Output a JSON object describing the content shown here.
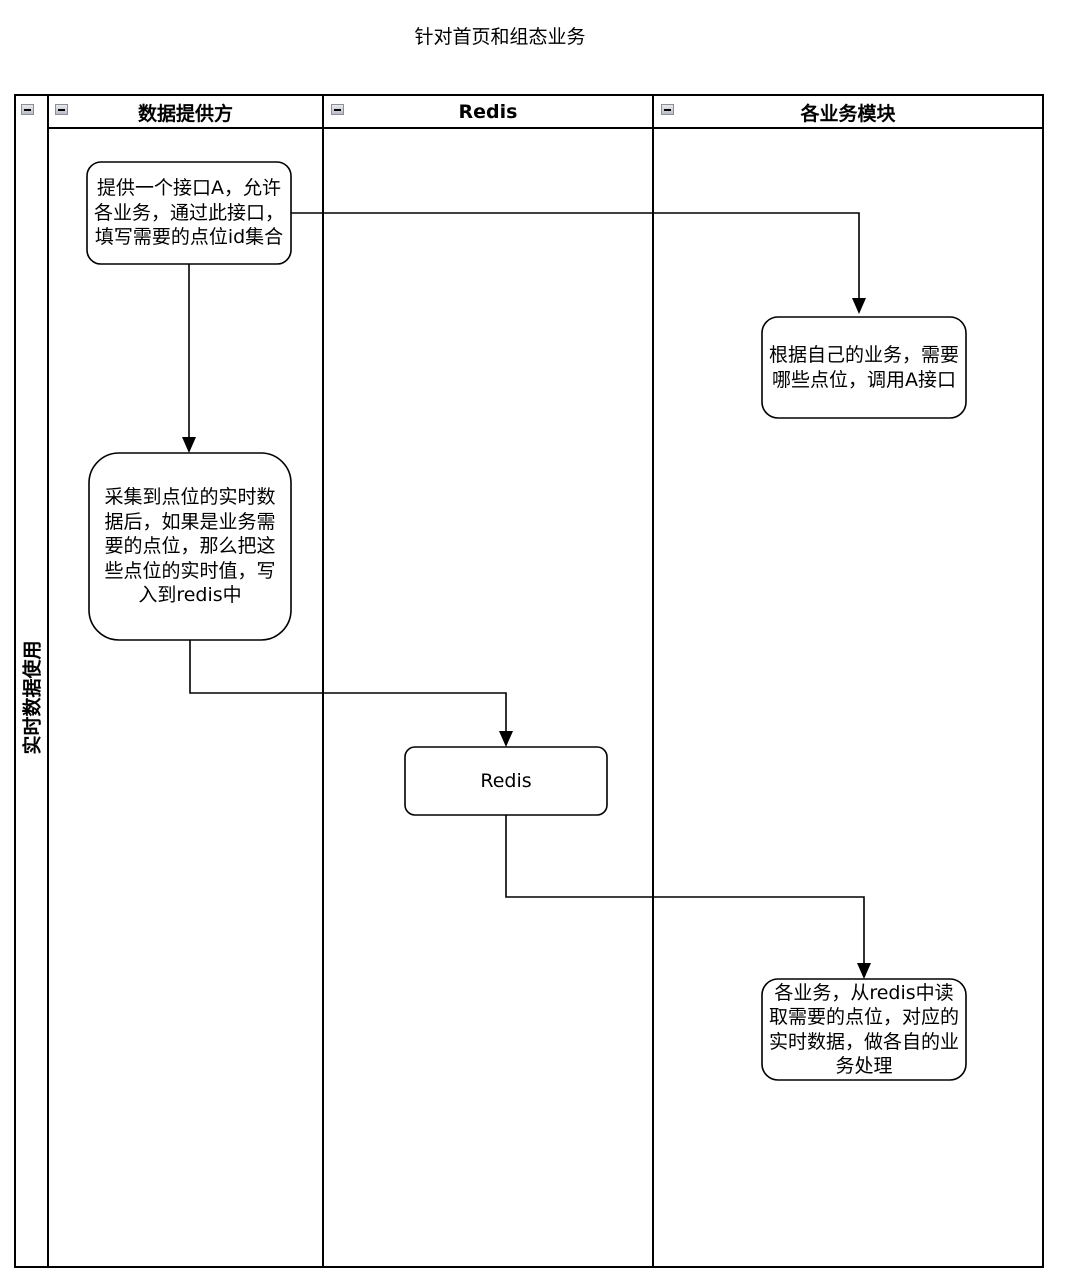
{
  "diagram": {
    "title": "针对首页和组态业务",
    "pool": {
      "label": "实时数据使用"
    },
    "lanes": [
      {
        "id": "provider",
        "label": "数据提供方"
      },
      {
        "id": "redis",
        "label": "Redis"
      },
      {
        "id": "modules",
        "label": "各业务模块"
      }
    ],
    "nodes": [
      {
        "id": "n1",
        "lane": "provider",
        "text": "提供一个接口A，允许各业务，通过此接口，填写需要的点位id集合"
      },
      {
        "id": "n2",
        "lane": "modules",
        "text": "根据自己的业务，需要哪些点位，调用A接口"
      },
      {
        "id": "n3",
        "lane": "provider",
        "text": "采集到点位的实时数据后，如果是业务需要的点位，那么把这些点位的实时值，写入到redis中"
      },
      {
        "id": "n4",
        "lane": "redis",
        "text": "Redis"
      },
      {
        "id": "n5",
        "lane": "modules",
        "text": "各业务，从redis中读取需要的点位，对应的实时数据，做各自的业务处理"
      }
    ],
    "edges": [
      {
        "from": "n1",
        "to": "n2"
      },
      {
        "from": "n1",
        "to": "n3"
      },
      {
        "from": "n3",
        "to": "n4"
      },
      {
        "from": "n4",
        "to": "n5"
      }
    ],
    "colors": {
      "stroke": "#000000",
      "fill": "#ffffff",
      "toggle": "#c4c8cf"
    }
  }
}
